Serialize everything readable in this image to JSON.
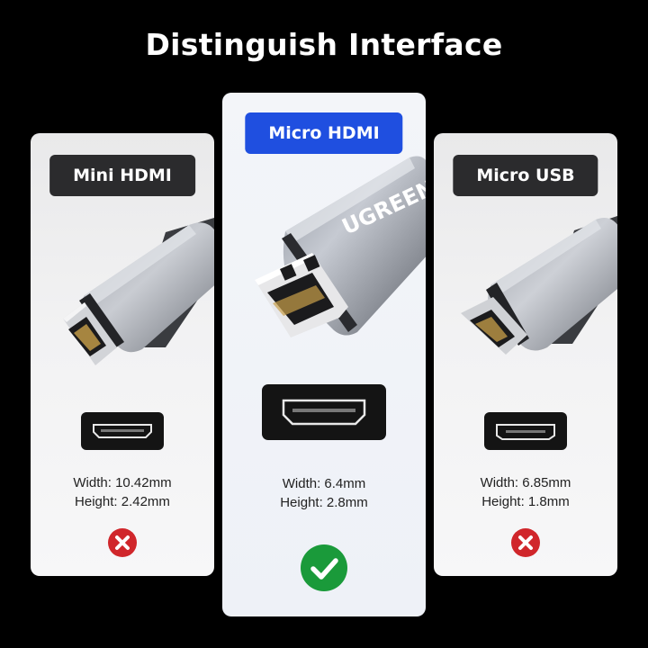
{
  "title": "Distinguish Interface",
  "options": [
    {
      "label": "Mini HDMI",
      "width": "Width: 10.42mm",
      "height": "Height: 2.42mm",
      "compatible": false
    },
    {
      "label": "Micro HDMI",
      "width": "Width: 6.4mm",
      "height": "Height: 2.8mm",
      "compatible": true,
      "brand": "UGREEN"
    },
    {
      "label": "Micro USB",
      "width": "Width: 6.85mm",
      "height": "Height: 1.8mm",
      "compatible": false
    }
  ],
  "colors": {
    "background": "#000000",
    "accent_blue": "#1f4fe0",
    "label_dark": "#2b2b2d",
    "check_green": "#1a9a3a",
    "cross_red": "#d0262b"
  },
  "icons": {
    "correct": "check-circle-icon",
    "incorrect": "cross-circle-icon"
  }
}
